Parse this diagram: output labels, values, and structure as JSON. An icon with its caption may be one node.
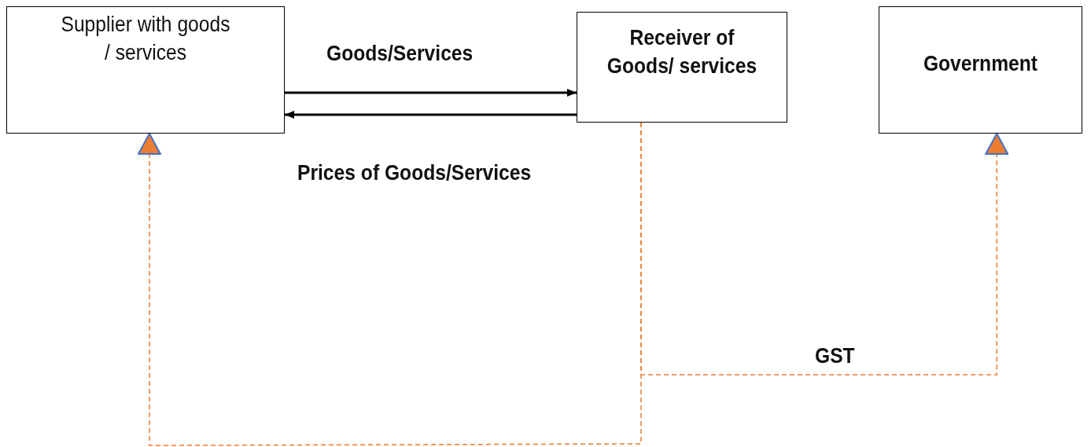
{
  "diagram": {
    "nodes": [
      {
        "text": [
          "Supplier with goods / services"
        ]
      },
      {
        "text": [
          "Receiver of Goods/ services"
        ]
      },
      {
        "text": [
          "Government"
        ]
      }
    ],
    "edges": [
      {
        "from": 0,
        "to": 1,
        "arrow": "to",
        "label": "Goods/Services"
      },
      {
        "from": 1,
        "to": 0,
        "arrow": "to",
        "label": "Prices of Goods/Services"
      },
      {
        "from": 1,
        "to": 0,
        "arrow": "to",
        "style": "dashed",
        "color": "#ed7d31"
      },
      {
        "from": 1,
        "to": 2,
        "arrow": "to",
        "style": "dashed",
        "color": "#ed7d31",
        "label": "GST"
      }
    ]
  }
}
